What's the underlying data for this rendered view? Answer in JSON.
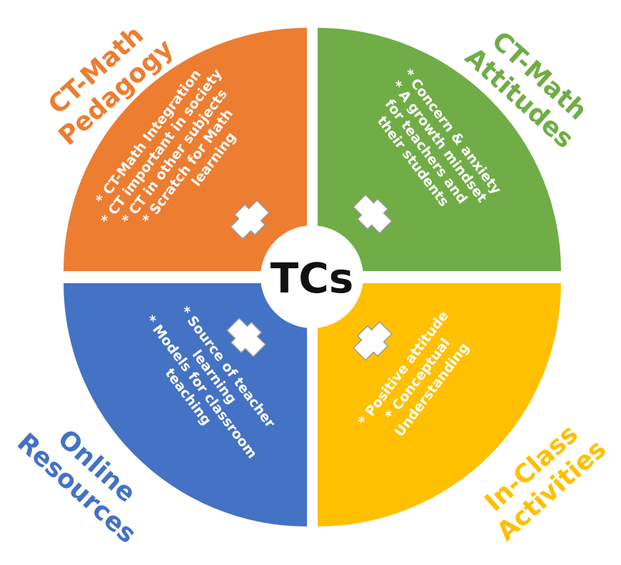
{
  "center_label": "TCs",
  "colors": {
    "pedagogy": "#ed7d31",
    "attitudes": "#70ad47",
    "resources": "#4472c4",
    "activities": "#ffc000",
    "center_text": "#111111",
    "hub": "#ffffff"
  },
  "quadrants": {
    "pedagogy": {
      "title": [
        "CT-Math",
        "Pedagogy"
      ],
      "items": [
        "* CT-Math Integration",
        "* CT important in society",
        "* CT in other subjects",
        "* Scratch for Math",
        "learning"
      ]
    },
    "attitudes": {
      "title": [
        "CT-Math",
        "Attitudes"
      ],
      "items": [
        "* Concern & anxiety",
        "* A growth mindset",
        "for teachers and",
        "their students"
      ]
    },
    "resources": {
      "title": [
        "Online",
        "Resources"
      ],
      "items": [
        "* Source of teacher",
        "learning",
        "* Models for classroom",
        "teaching"
      ]
    },
    "activities": {
      "title": [
        "In-Class",
        "Activities"
      ],
      "items": [
        "* Positive attitude",
        "* Conceptual",
        "Understanding"
      ]
    }
  },
  "icons": [
    "double-arrow-icon",
    "double-arrow-icon",
    "double-arrow-icon",
    "double-arrow-icon"
  ]
}
